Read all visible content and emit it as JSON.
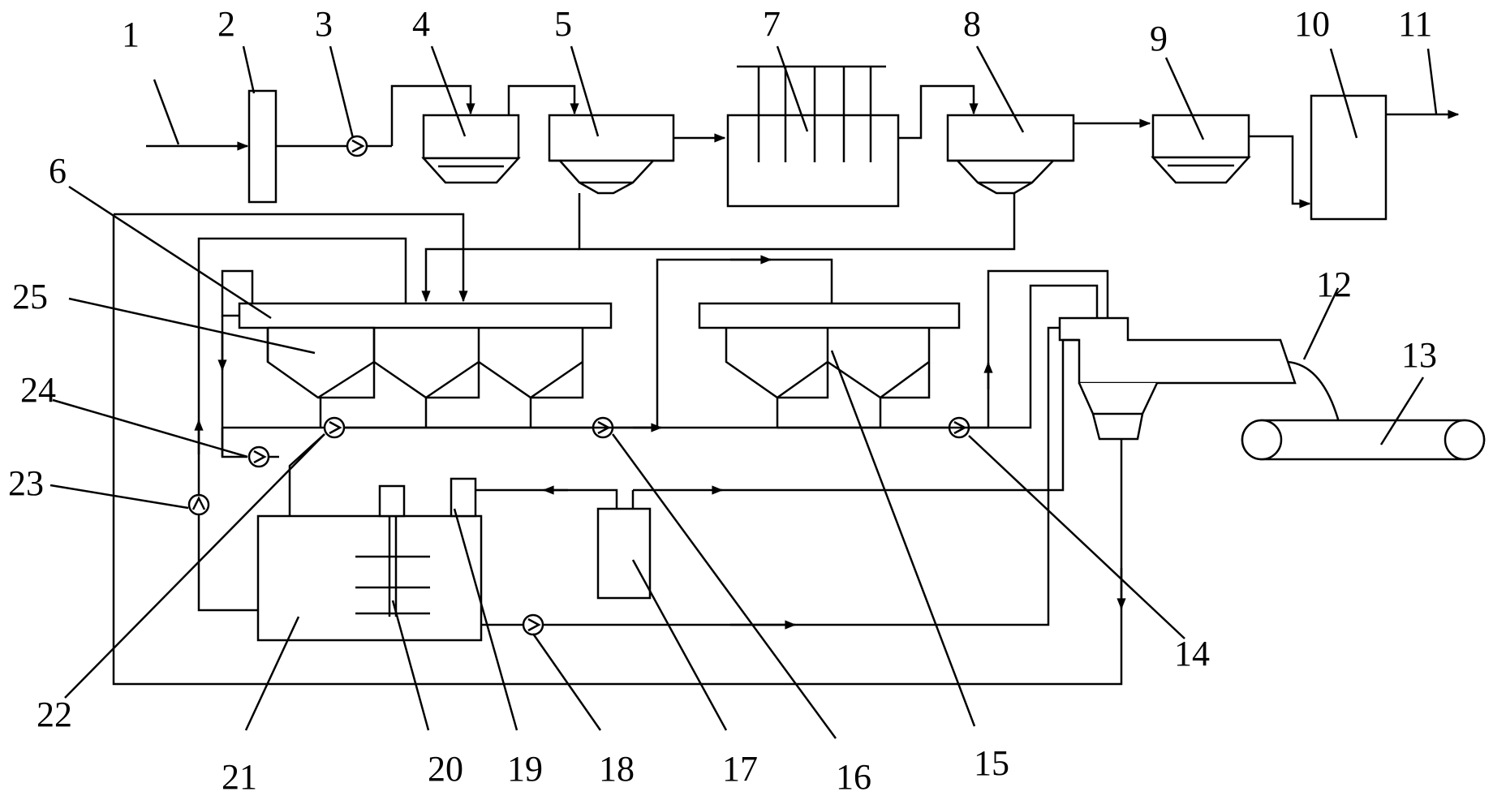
{
  "labels": {
    "n1": "1",
    "n2": "2",
    "n3": "3",
    "n4": "4",
    "n5": "5",
    "n6": "6",
    "n7": "7",
    "n8": "8",
    "n9": "9",
    "n10": "10",
    "n11": "11",
    "n12": "12",
    "n13": "13",
    "n14": "14",
    "n15": "15",
    "n16": "16",
    "n17": "17",
    "n18": "18",
    "n19": "19",
    "n20": "20",
    "n21": "21",
    "n22": "22",
    "n23": "23",
    "n24": "24",
    "n25": "25"
  }
}
